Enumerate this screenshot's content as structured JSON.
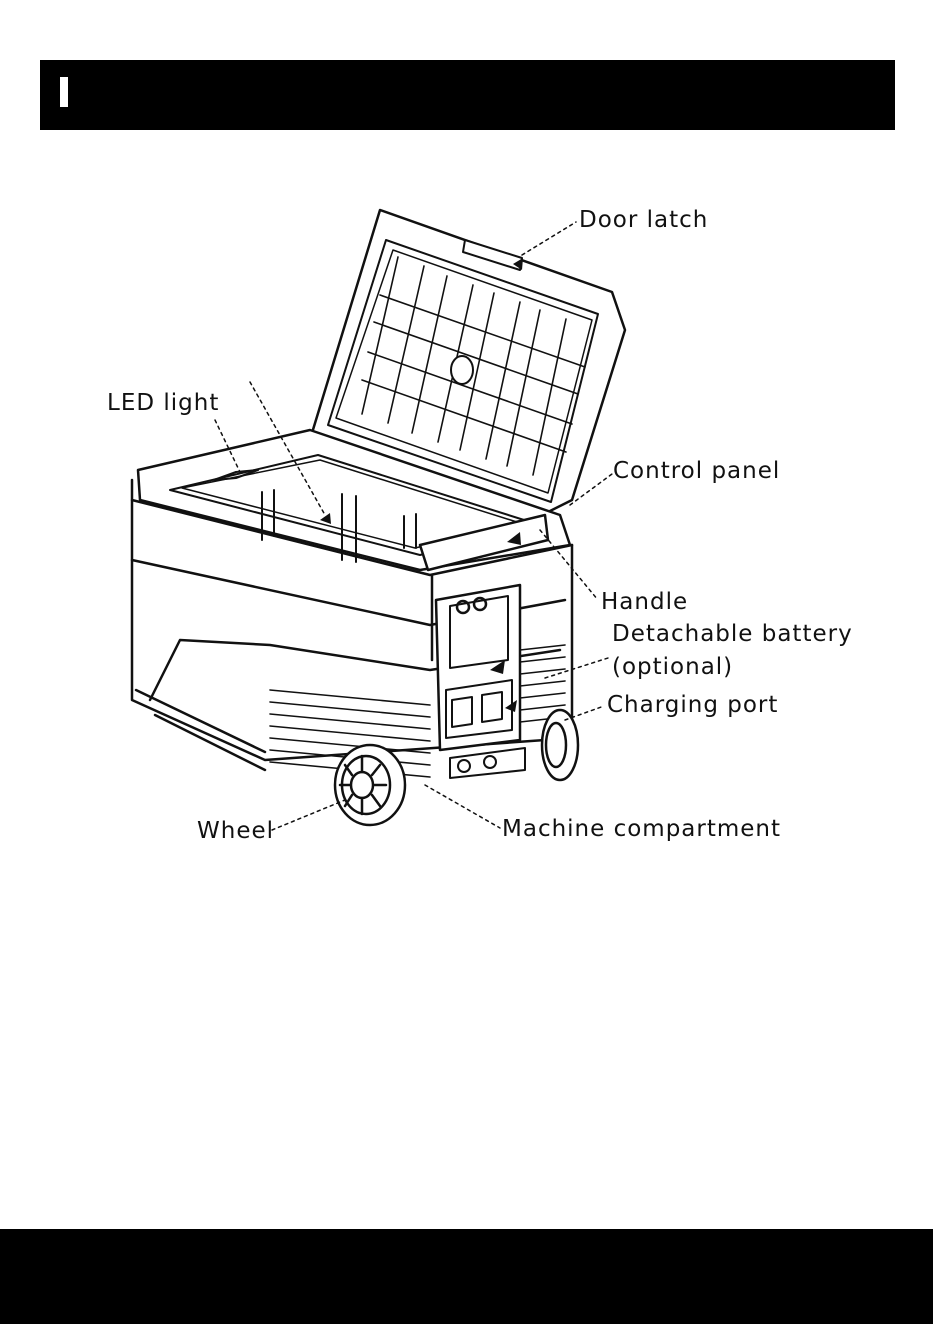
{
  "labels": {
    "door_latch": "Door latch",
    "led_light": "LED light",
    "control_panel": "Control panel",
    "handle": "Handle",
    "detachable_battery": "Detachable battery",
    "optional": "(optional)",
    "charging_port": "Charging port",
    "wheel": "Wheel",
    "machine_compartment": "Machine compartment"
  }
}
